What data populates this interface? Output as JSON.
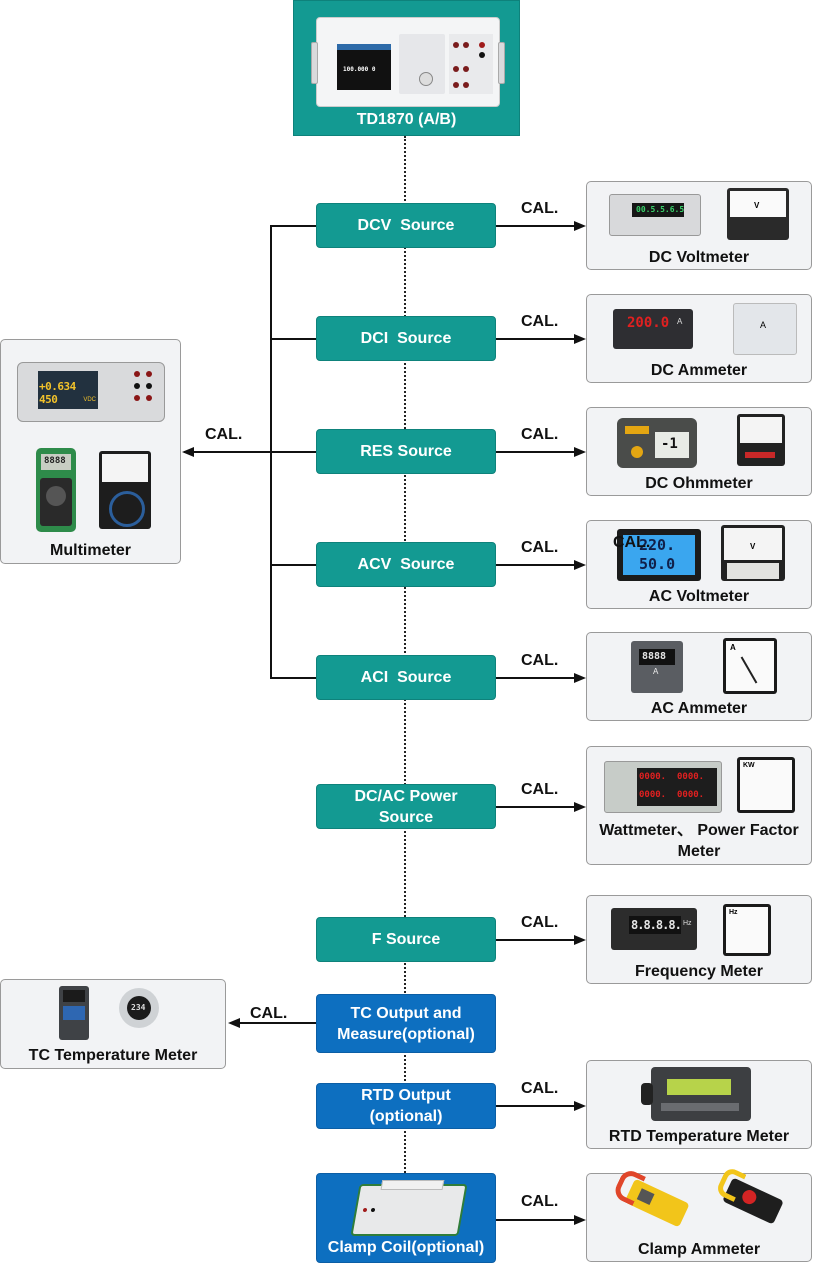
{
  "main_device": {
    "label": "TD1870 (A/B)",
    "screen_readout": "100.000 0",
    "bg_color": "#139a92"
  },
  "colors": {
    "teal_source": "#139a92",
    "blue_optional": "#0d6fc0",
    "panel_bg": "#f2f3f5"
  },
  "connector_label": "CAL.",
  "sources": [
    {
      "id": "dcv",
      "label": "DCV  Source",
      "style": "teal"
    },
    {
      "id": "dci",
      "label": "DCI  Source",
      "style": "teal"
    },
    {
      "id": "res",
      "label": "RES Source",
      "style": "teal"
    },
    {
      "id": "acv",
      "label": "ACV  Source",
      "style": "teal"
    },
    {
      "id": "aci",
      "label": "ACI  Source",
      "style": "teal"
    },
    {
      "id": "power",
      "label": "DC/AC Power Source",
      "style": "teal"
    },
    {
      "id": "freq",
      "label": "F Source",
      "style": "teal"
    },
    {
      "id": "tc",
      "label": "TC Output and Measure(optional)",
      "style": "blue"
    },
    {
      "id": "rtd",
      "label": "RTD Output (optional)",
      "style": "blue"
    },
    {
      "id": "clamp",
      "label": "Clamp Coil(optional)",
      "style": "blue"
    }
  ],
  "targets": [
    {
      "id": "dc-voltmeter",
      "label": "DC Voltmeter",
      "readout": "00.5.5.6.5"
    },
    {
      "id": "dc-ammeter",
      "label": "DC Ammeter",
      "readout": "200.0",
      "unit": "A"
    },
    {
      "id": "dc-ohmmeter",
      "label": "DC Ohmmeter",
      "readout": "-1"
    },
    {
      "id": "ac-voltmeter",
      "label": "AC Voltmeter",
      "readout_top": "220.",
      "readout_bottom": "50.0",
      "overlay": "CAL."
    },
    {
      "id": "ac-ammeter",
      "label": "AC Ammeter",
      "readout": "8888",
      "unit": "A"
    },
    {
      "id": "power-meter",
      "label": "Wattmeter、 Power Factor Meter",
      "readouts": [
        "0000.",
        "0000.",
        "0000.",
        "0000."
      ]
    },
    {
      "id": "frequency-meter",
      "label": "Frequency Meter",
      "readout": "8.8.8.8.",
      "unit": "Hz"
    },
    {
      "id": "rtd-meter",
      "label": "RTD Temperature Meter"
    },
    {
      "id": "clamp-ammeter",
      "label": "Clamp Ammeter"
    },
    {
      "id": "multimeter",
      "label": "Multimeter",
      "readout": "+0.634 450",
      "unit": "VDC",
      "handheld_readout": "8888"
    },
    {
      "id": "tc-meter",
      "label": "TC Temperature Meter",
      "readout": "234"
    }
  ]
}
